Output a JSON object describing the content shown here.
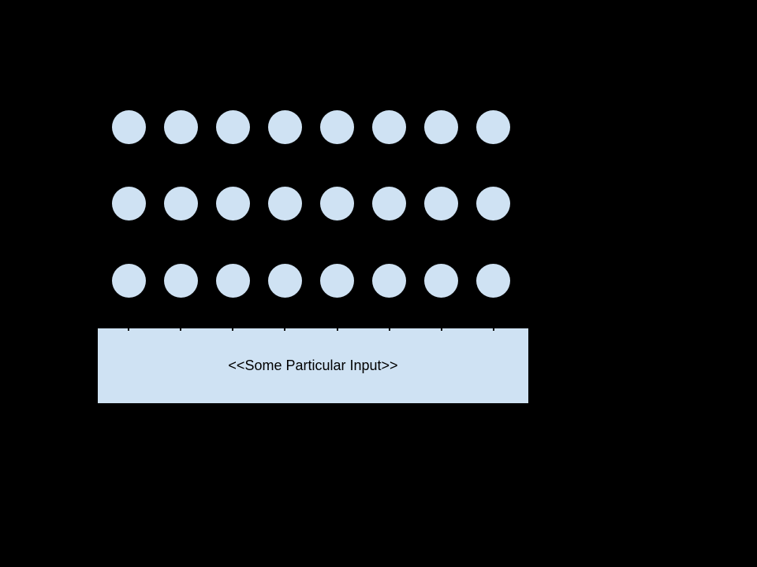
{
  "diagram": {
    "network": {
      "rows": 3,
      "columns": 8,
      "node_shape": "circle"
    },
    "input_box": {
      "label": "<<Some Particular Input>>"
    },
    "colors": {
      "background": "#000000",
      "node_fill": "#cfe2f3",
      "box_fill": "#cfe2f3",
      "text": "#000000",
      "connector": "#000000"
    }
  }
}
